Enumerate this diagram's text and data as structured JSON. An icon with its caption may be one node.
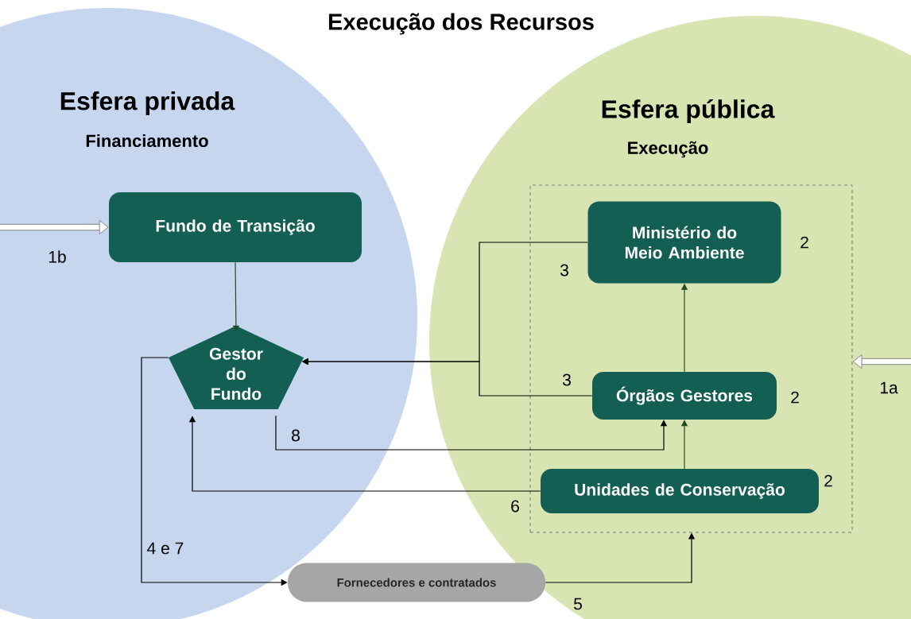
{
  "diagram": {
    "title": "Execução dos Recursos",
    "nodes": [
      {
        "text": [
          "Esfera privada",
          "Financiamento"
        ]
      },
      {
        "text": [
          "Esfera pública",
          "Execução"
        ]
      },
      {
        "text": [
          "Fundo de Transição"
        ],
        "in": 0
      },
      {
        "text": [
          "Gestor do Fundo"
        ],
        "in": 0
      },
      {
        "text": [],
        "shape": "box",
        "in": 1
      },
      {
        "text": [
          "Ministério do Meio Ambiente"
        ],
        "in": 4,
        "beside": [
          "2"
        ]
      },
      {
        "text": [
          "Órgãos Gestores"
        ],
        "in": 4,
        "beside": [
          "2"
        ]
      },
      {
        "text": [
          "Unidades de Conservação"
        ],
        "in": 4,
        "beside": [
          "2"
        ]
      },
      {
        "text": [
          "Fornecedores e contratados"
        ]
      }
    ],
    "edges": [
      {
        "from": null,
        "to": 2,
        "arrow": "to",
        "label": "1b",
        "style": "thick",
        "color": "#808080"
      },
      {
        "from": null,
        "to": 4,
        "arrow": "to",
        "label": "1a",
        "style": "thick",
        "color": "#808080"
      },
      {
        "from": 2,
        "to": 3,
        "arrow": "to",
        "color": "#1f4d22"
      },
      {
        "from": 5,
        "to": 3,
        "arrow": "to",
        "label": "3"
      },
      {
        "from": 6,
        "to": 3,
        "arrow": "to",
        "label": "3"
      },
      {
        "from": 6,
        "to": 5,
        "arrow": "to",
        "color": "#1f4d22"
      },
      {
        "from": 7,
        "to": 6,
        "arrow": "to",
        "color": "#1f4d22"
      },
      {
        "from": 3,
        "to": 6,
        "arrow": "to",
        "label": "8"
      },
      {
        "from": 7,
        "to": 3,
        "arrow": "to",
        "label": "6"
      },
      {
        "from": 3,
        "to": 8,
        "arrow": "to",
        "label": "4 e 7"
      },
      {
        "from": 8,
        "to": 4,
        "arrow": "to",
        "label": "5"
      }
    ]
  }
}
